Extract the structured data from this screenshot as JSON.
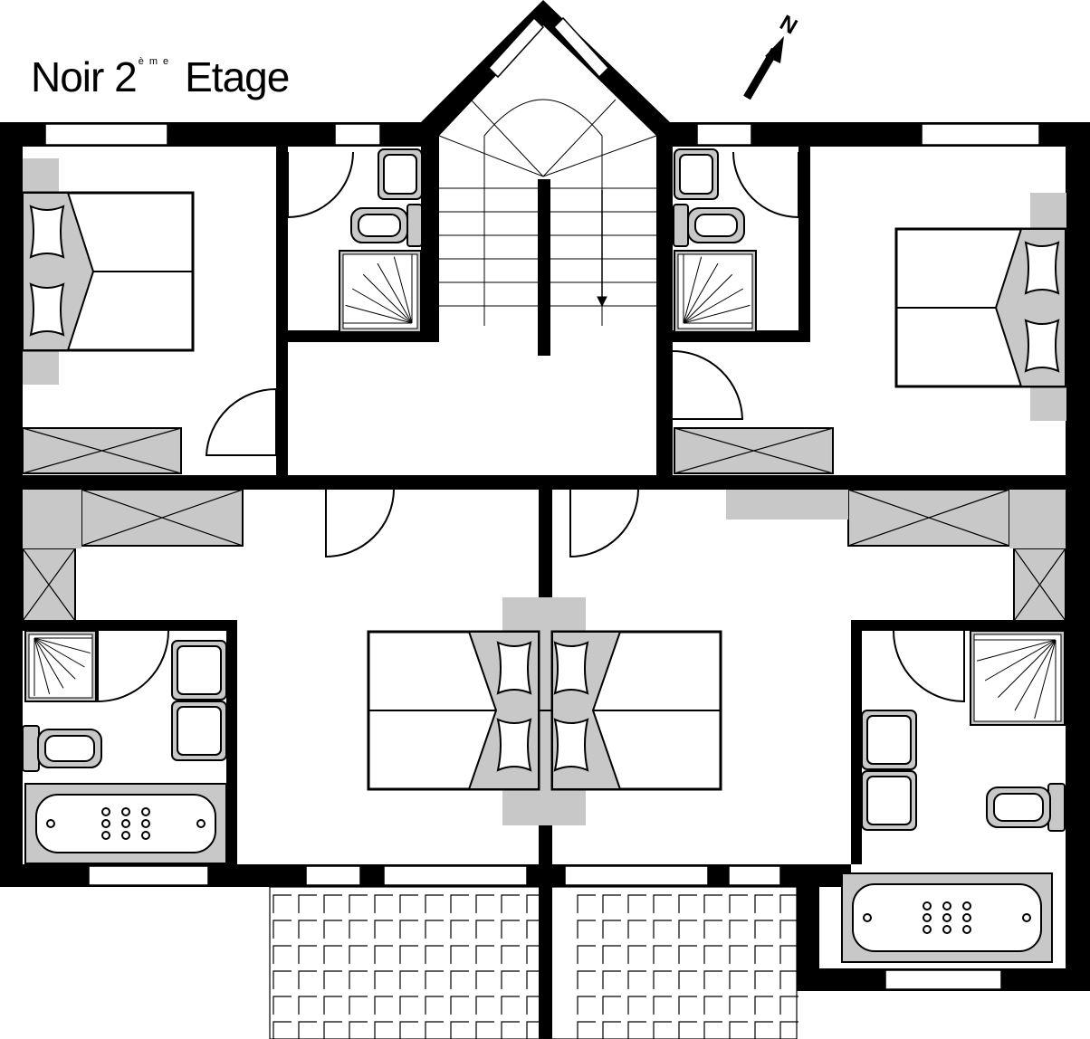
{
  "title": {
    "main": "Noir 2",
    "sup": "ème",
    "end": "Etage"
  },
  "north_label": "N",
  "colors": {
    "wall": "#000000",
    "fixture": "#c8c8c8",
    "background": "#ffffff"
  }
}
